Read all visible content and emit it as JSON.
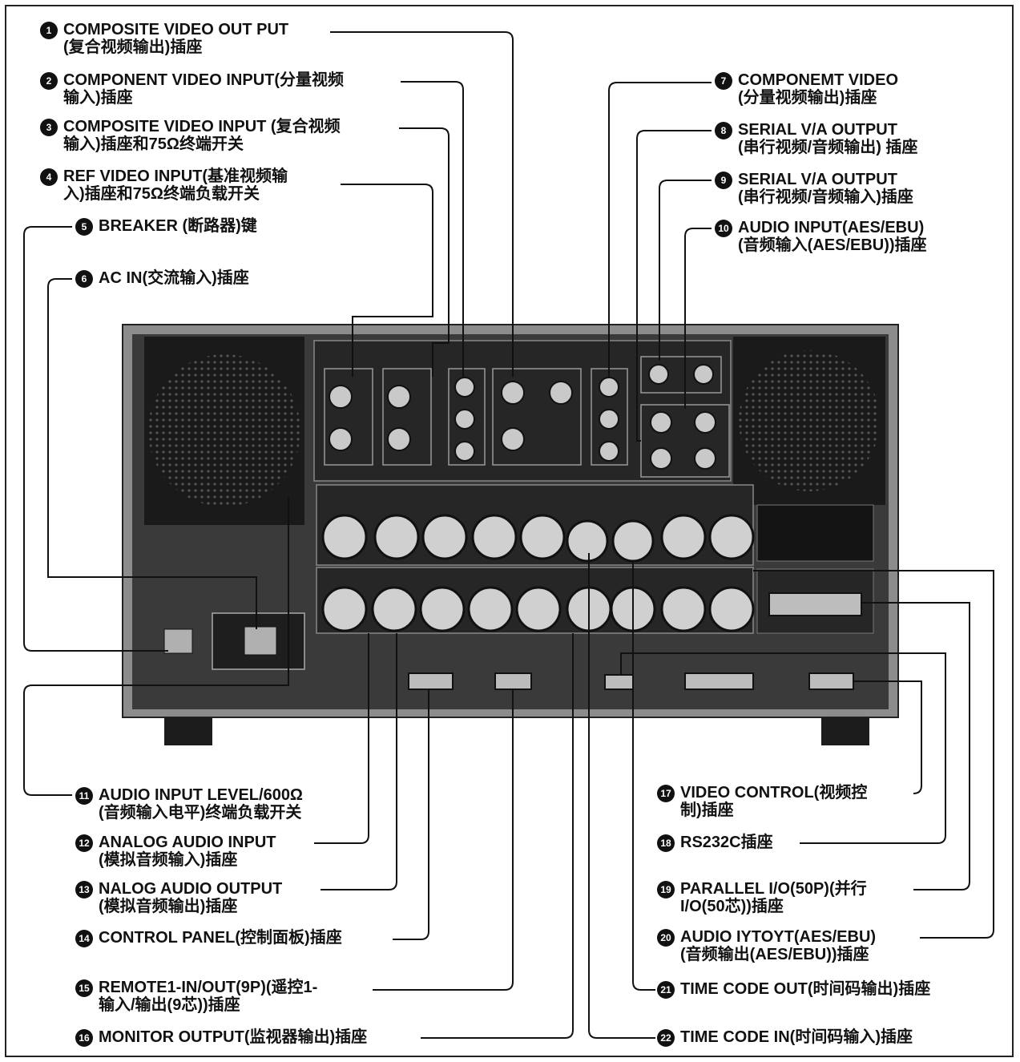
{
  "callouts": [
    {
      "num": "1",
      "line1": "COMPOSITE VIDEO OUT PUT",
      "line2": "(复合视频输出)插座"
    },
    {
      "num": "2",
      "line1": "COMPONENT VIDEO INPUT(分量视频",
      "line2": "输入)插座"
    },
    {
      "num": "3",
      "line1": "COMPOSITE VIDEO INPUT (复合视频",
      "line2": "输入)插座和75Ω终端开关"
    },
    {
      "num": "4",
      "line1": "REF VIDEO INPUT(基准视频输",
      "line2": "入)插座和75Ω终端负载开关"
    },
    {
      "num": "5",
      "line1": "BREAKER (断路器)键",
      "line2": ""
    },
    {
      "num": "6",
      "line1": "AC IN(交流输入)插座",
      "line2": ""
    },
    {
      "num": "7",
      "line1": "COMPONEMT VIDEO",
      "line2": "(分量视频输出)插座"
    },
    {
      "num": "8",
      "line1": "SERIAL V/A OUTPUT",
      "line2": "(串行视频/音频输出) 插座"
    },
    {
      "num": "9",
      "line1": "SERIAL V/A OUTPUT",
      "line2": "(串行视频/音频输入)插座"
    },
    {
      "num": "10",
      "line1": "AUDIO INPUT(AES/EBU)",
      "line2": "(音频输入(AES/EBU))插座"
    },
    {
      "num": "11",
      "line1": "AUDIO INPUT LEVEL/600Ω",
      "line2": "(音频输入电平)终端负载开关"
    },
    {
      "num": "12",
      "line1": "ANALOG AUDIO INPUT",
      "line2": "(模拟音频输入)插座"
    },
    {
      "num": "13",
      "line1": "NALOG AUDIO OUTPUT",
      "line2": "(模拟音频输出)插座"
    },
    {
      "num": "14",
      "line1": "CONTROL PANEL(控制面板)插座",
      "line2": ""
    },
    {
      "num": "15",
      "line1": "REMOTE1-IN/OUT(9P)(遥控1-",
      "line2": "输入/输出(9芯))插座"
    },
    {
      "num": "16",
      "line1": "MONITOR OUTPUT(监视器输出)插座",
      "line2": ""
    },
    {
      "num": "17",
      "line1": "VIDEO CONTROL(视频控",
      "line2": "制)插座"
    },
    {
      "num": "18",
      "line1": "RS232C插座",
      "line2": ""
    },
    {
      "num": "19",
      "line1": "PARALLEL I/O(50P)(并行",
      "line2": "I/O(50芯))插座"
    },
    {
      "num": "20",
      "line1": "AUDIO IYTOYT(AES/EBU)",
      "line2": "(音频输出(AES/EBU))插座"
    },
    {
      "num": "21",
      "line1": "TIME CODE OUT(时间码输出)插座",
      "line2": ""
    },
    {
      "num": "22",
      "line1": "TIME CODE IN(时间码输入)插座",
      "line2": ""
    }
  ],
  "colors": {
    "ink": "#111111",
    "panel": "#2a2a2a",
    "metal": "#9a9a9a"
  }
}
